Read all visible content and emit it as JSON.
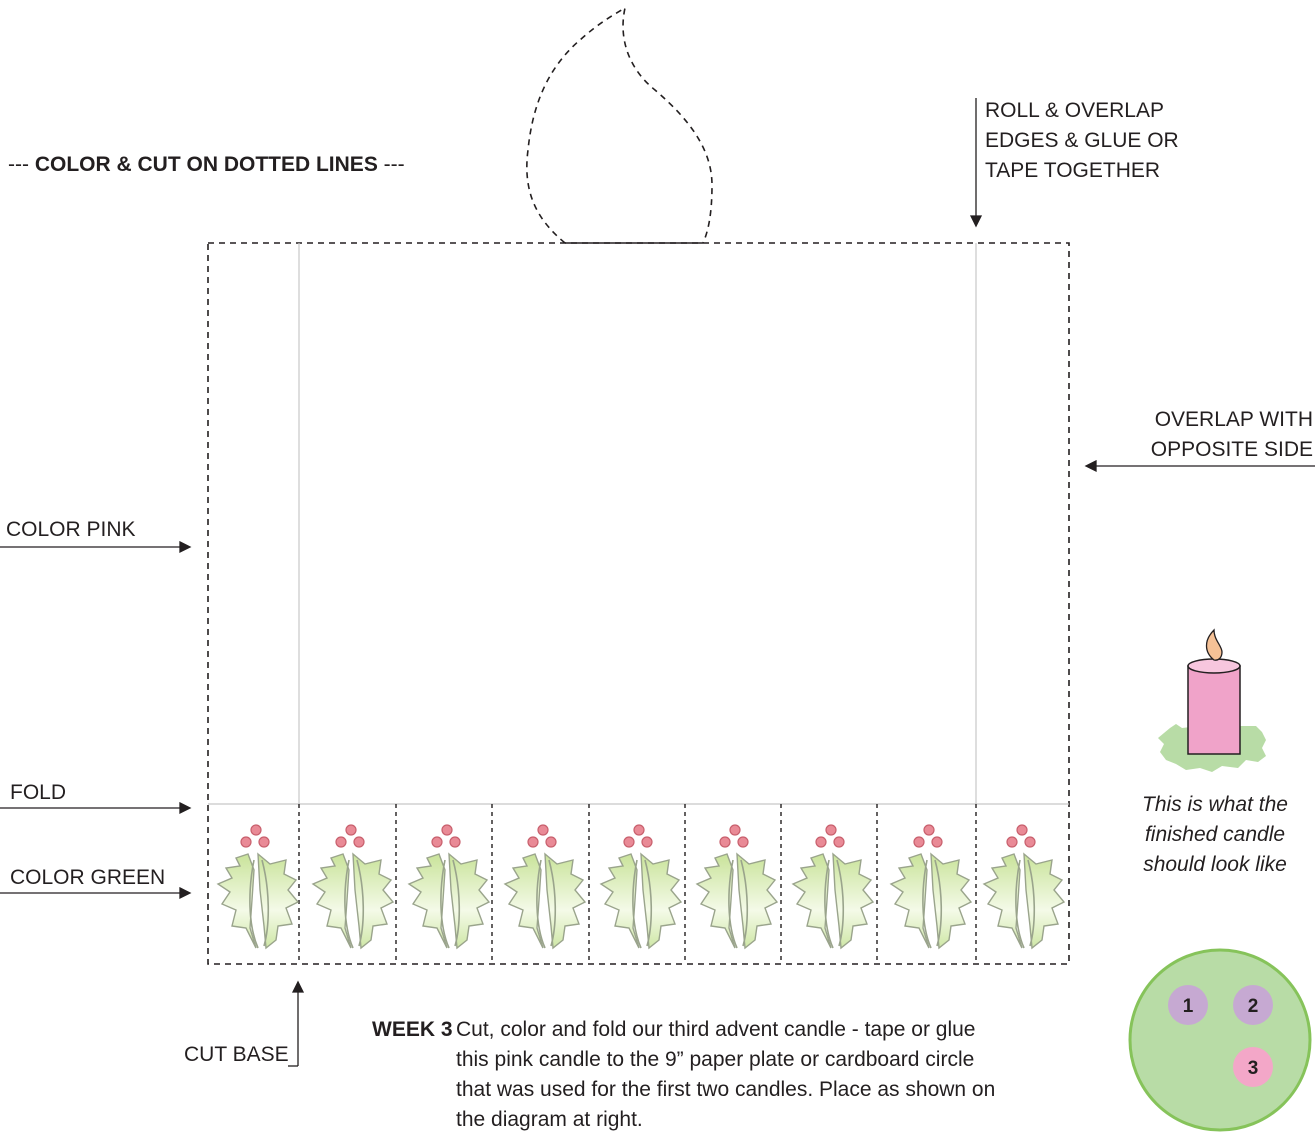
{
  "header": {
    "dashes_left": "---",
    "title": "COLOR & CUT ON DOTTED LINES",
    "dashes_right": "---"
  },
  "labels": {
    "roll_overlap": [
      "ROLL & OVERLAP",
      "EDGES & GLUE OR",
      "TAPE TOGETHER"
    ],
    "overlap_side": [
      "OVERLAP WITH",
      "OPPOSITE SIDE"
    ],
    "color_pink": "COLOR PINK",
    "fold": "FOLD",
    "color_green": "COLOR GREEN",
    "cut_base": "CUT BASE"
  },
  "caption": [
    "This is what the",
    "finished candle",
    "should look like"
  ],
  "instructions": {
    "week": "WEEK 3",
    "lines": [
      "Cut, color and fold our third advent candle - tape or glue",
      "this pink candle to the 9” paper plate or cardboard circle",
      "that was used for the first two candles. Place as shown on",
      "the diagram at right."
    ]
  },
  "diagram": {
    "candle_numbers": [
      "1",
      "2",
      "3"
    ]
  },
  "colors": {
    "pink": "#f0a3c9",
    "green": "#b8dca6",
    "purple": "#c6a9d2",
    "holly_leaf": "#d4ebb0",
    "berry": "#e3818e"
  }
}
